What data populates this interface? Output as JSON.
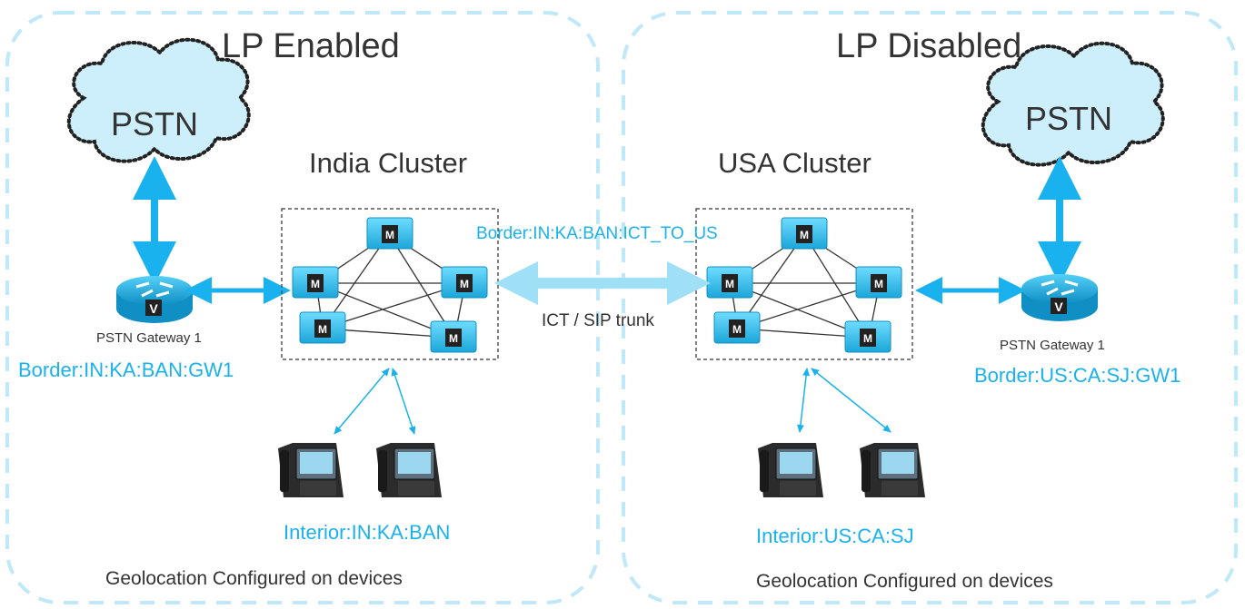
{
  "regions": {
    "left_title": "LP Enabled",
    "right_title": "LP Disabled"
  },
  "clouds": {
    "left_label": "PSTN",
    "right_label": "PSTN"
  },
  "clusters": {
    "india": "India Cluster",
    "usa": "USA Cluster",
    "server_letter": "M"
  },
  "gateways": {
    "left_name": "PSTN Gateway 1",
    "left_border": "Border:IN:KA:BAN:GW1",
    "right_name": "PSTN Gateway 1",
    "right_border": "Border:US:CA:SJ:GW1",
    "router_letter": "V"
  },
  "trunk": {
    "border_label": "Border:IN:KA:BAN:ICT_TO_US",
    "label": "ICT / SIP trunk"
  },
  "interiors": {
    "india": "Interior:IN:KA:BAN",
    "usa": "Interior:US:CA:SJ"
  },
  "footer": {
    "left": "Geolocation Configured on devices",
    "right": "Geolocation Configured on devices"
  },
  "colors": {
    "accent": "#1ab2ee",
    "dash_border": "#bfe8f8",
    "cloud_fill": "#cdeefb",
    "server_fill": "#3ec6f2"
  }
}
